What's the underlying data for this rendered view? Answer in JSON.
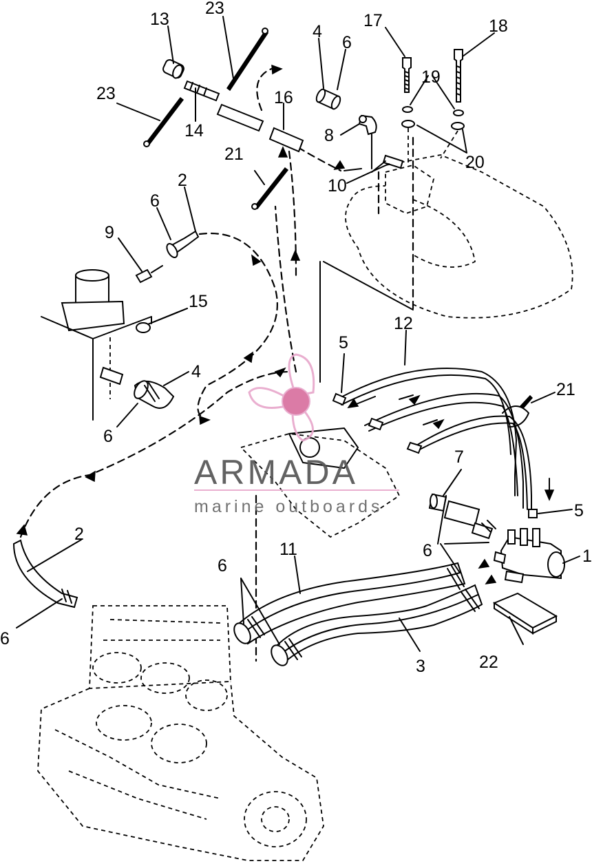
{
  "callouts": [
    "1",
    "2",
    "3",
    "4",
    "5",
    "6",
    "7",
    "8",
    "9",
    "10",
    "11",
    "12",
    "13",
    "14",
    "15",
    "16",
    "17",
    "18",
    "19",
    "20",
    "21",
    "22",
    "23"
  ],
  "watermark": {
    "brand": "ARMADA",
    "tagline": "marine outboards",
    "logo_color": "#e8a8cc",
    "logo_center_color": "#d9709f"
  }
}
